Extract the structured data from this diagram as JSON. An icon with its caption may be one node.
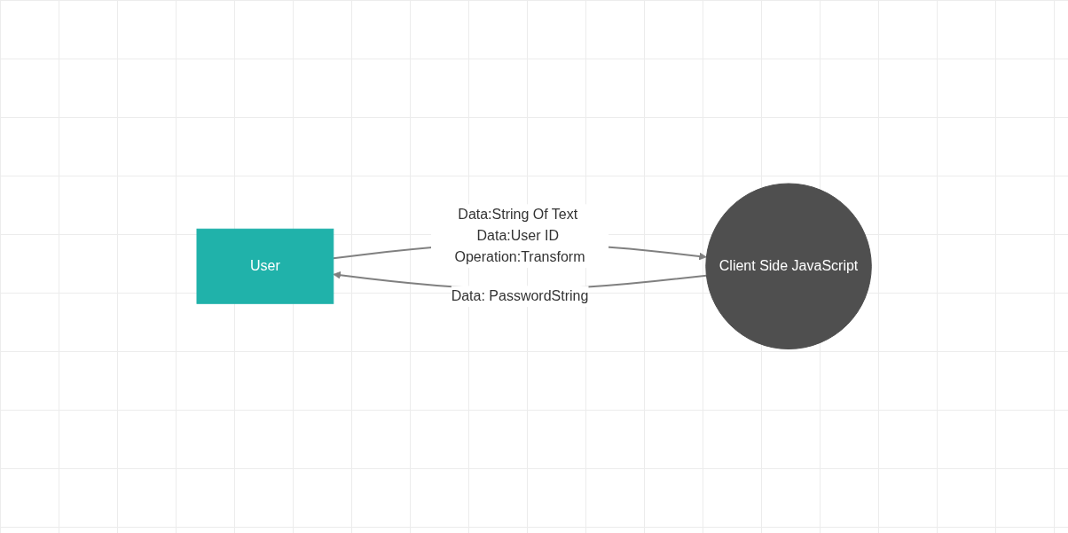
{
  "diagram": {
    "nodes": [
      {
        "text": [
          "User"
        ]
      },
      {
        "text": [
          "Client Side JavaScript"
        ]
      }
    ],
    "edges": [
      {
        "from": 0,
        "to": 1,
        "arrow": "to",
        "label": "Data:String Of Text Data:User ID Operation:Transform"
      },
      {
        "from": 1,
        "to": 0,
        "arrow": "to",
        "label": "Data: PasswordString"
      }
    ]
  }
}
